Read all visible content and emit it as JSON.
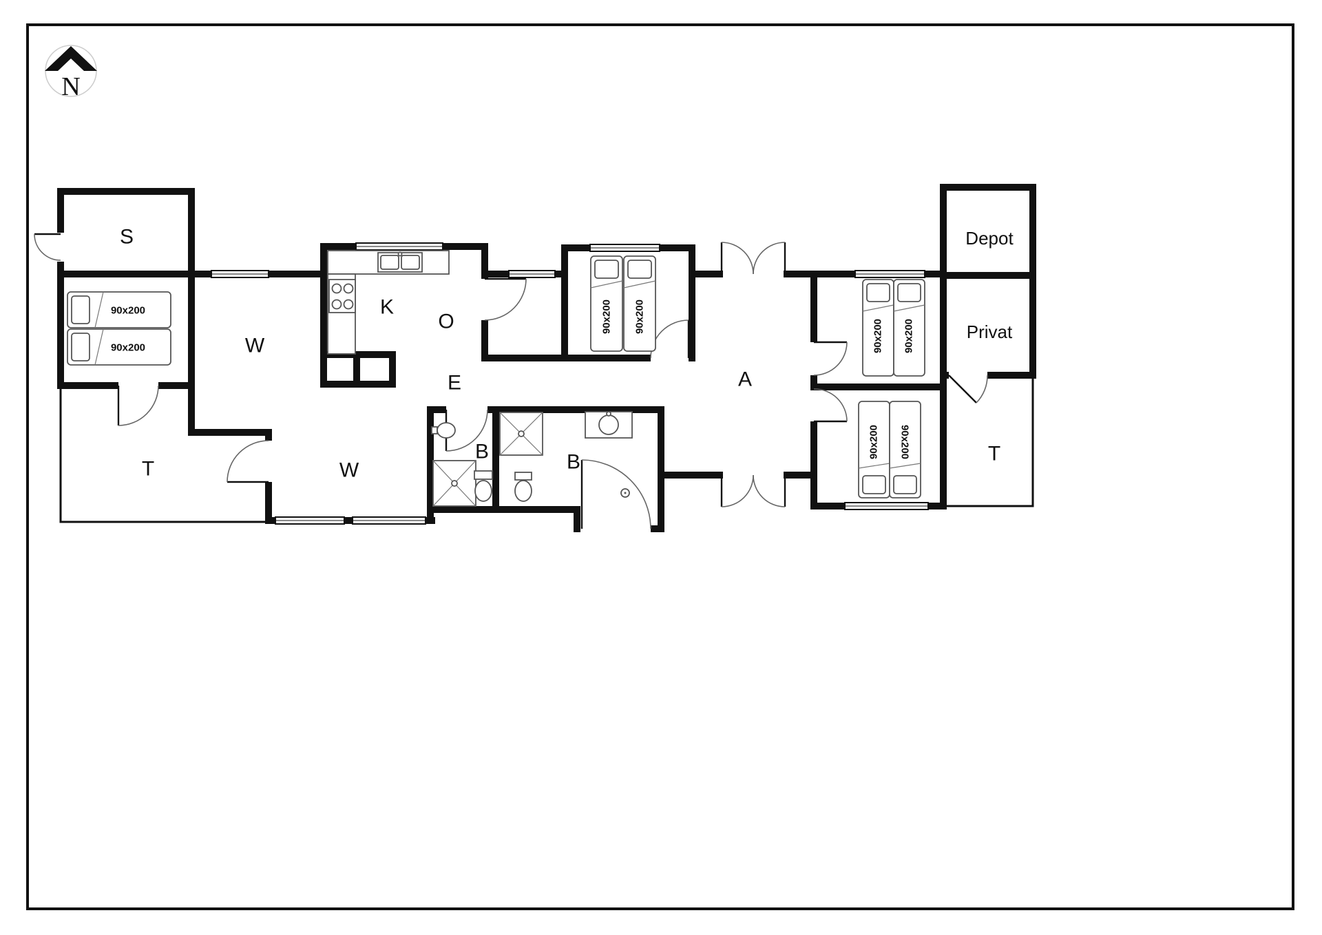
{
  "compass": {
    "label": "N"
  },
  "rooms": {
    "s": "S",
    "w_upper": "W",
    "kitchen": "K",
    "o": "O",
    "entry": "E",
    "bath1": "B",
    "bath2": "B",
    "a": "A",
    "terrace_left": "T",
    "w_lower": "W",
    "depot": "Depot",
    "privat": "Privat",
    "terrace_right": "T"
  },
  "bed_label": "90x200",
  "colors": {
    "wall": "#111111",
    "background": "#ffffff"
  }
}
